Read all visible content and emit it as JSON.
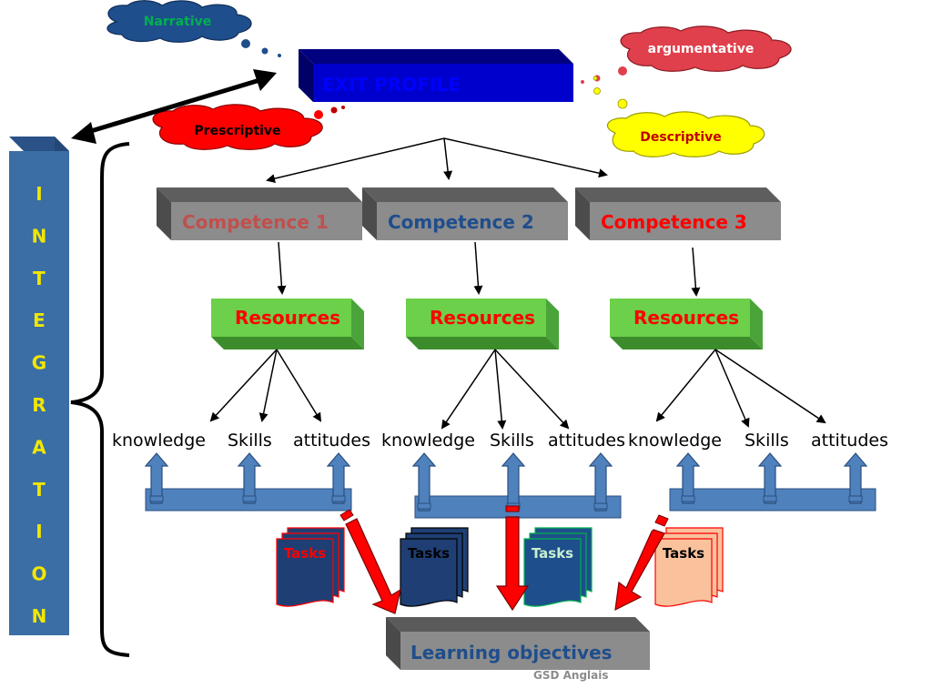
{
  "clouds": {
    "narrative": {
      "label": "Narrative",
      "fill": "#1f4e8c",
      "text_color": "#00b050"
    },
    "argumentative": {
      "label": "argumentative",
      "fill": "#e0404c",
      "text_color": "#ffffff"
    },
    "prescriptive": {
      "label": "Prescriptive",
      "fill": "#ff0000",
      "text_color": "#000000"
    },
    "descriptive": {
      "label": "Descriptive",
      "fill": "#ffff00",
      "text_color": "#c00000"
    }
  },
  "exit_profile": {
    "label": "EXIT PROFILE",
    "fill": "#0000cc",
    "text_color": "#0000ff"
  },
  "integration": {
    "letters": [
      "I",
      "N",
      "T",
      "E",
      "G",
      "R",
      "A",
      "T",
      "I",
      "O",
      "N"
    ],
    "fill": "#3a6ea5"
  },
  "competences": [
    {
      "label": "Competence 1",
      "text_color": "#c0504d"
    },
    {
      "label": "Competence 2",
      "text_color": "#1f4e8c"
    },
    {
      "label": "Competence 3",
      "text_color": "#ff0000"
    }
  ],
  "resources": [
    {
      "label": "Resources"
    },
    {
      "label": "Resources"
    },
    {
      "label": "Resources"
    }
  ],
  "resource_colors": {
    "fill": "#6cd04a",
    "text": "#ff0000"
  },
  "words": [
    [
      "knowledge",
      "Skills",
      "attitudes"
    ],
    [
      "knowledge",
      "Skills",
      "attitudes"
    ],
    [
      "knowledge",
      "Skills",
      "attitudes"
    ]
  ],
  "tasks": [
    {
      "label": "Tasks",
      "fill": "#1f3f74",
      "text_color": "#ff0000"
    },
    {
      "label": "Tasks",
      "fill": "#1f3f74",
      "text_color": "#000000"
    },
    {
      "label": "Tasks",
      "fill": "#1f4e8c",
      "text_color": "#c6efce"
    },
    {
      "label": "Tasks",
      "fill": "#f9c29d",
      "text_color": "#000000"
    }
  ],
  "learning_objectives": {
    "label": "Learning objectives",
    "text_color": "#1f4e8c"
  },
  "footer": {
    "label": "GSD Anglais"
  }
}
